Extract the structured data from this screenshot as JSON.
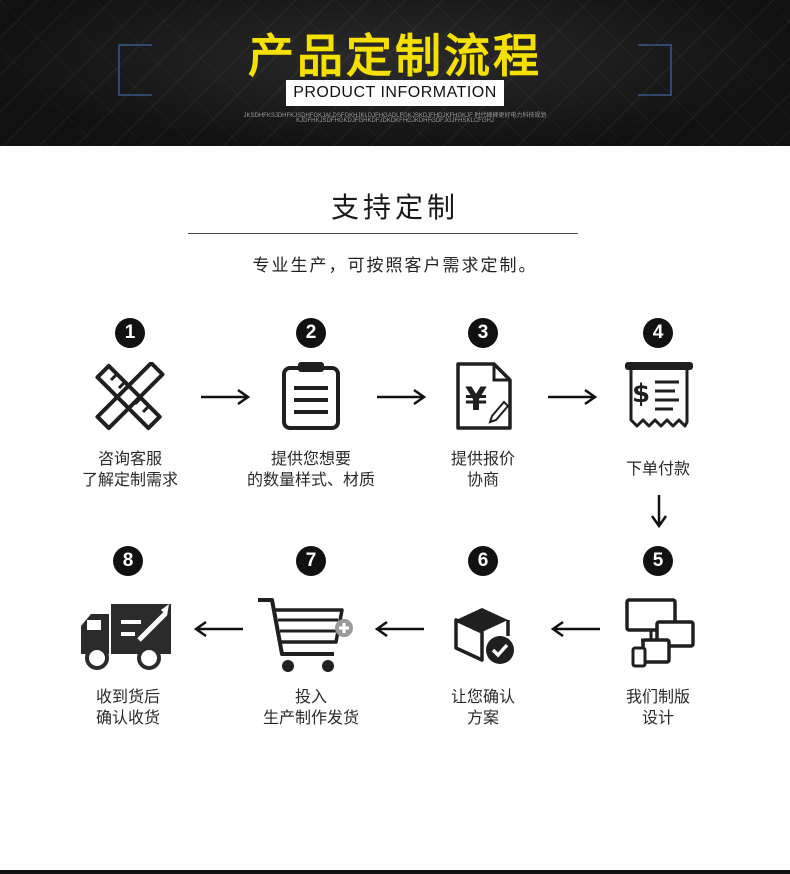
{
  "banner": {
    "title": "产品定制流程",
    "subtitle": "PRODUCT INFORMATION",
    "small_line1": "JKSDHFKSJDHFKJSDHFGKJALDSFGKHJKLDJFHGADLFGKJSKDJFHDJKFHGKJF 时代峰峰更好电力科技规划",
    "small_line2": "KJDFHKJSDFHGKDJFGHKDFJDKDKFHGJKDHFGDFJGJFHSKLCFGHJ"
  },
  "section": {
    "title": "支持定制",
    "description": "专业生产，可按照客户需求定制。"
  },
  "steps": [
    {
      "number": "1",
      "line1": "咨询客服",
      "line2": "了解定制需求",
      "icon": "ruler-pencil-icon"
    },
    {
      "number": "2",
      "line1": "提供您想要",
      "line2": "的数量样式、材质",
      "icon": "clipboard-icon"
    },
    {
      "number": "3",
      "line1": "提供报价",
      "line2": "协商",
      "icon": "yuan-document-icon"
    },
    {
      "number": "4",
      "line1": "下单付款",
      "line2": "",
      "icon": "receipt-icon"
    },
    {
      "number": "5",
      "line1": "我们制版",
      "line2": "设计",
      "icon": "devices-icon"
    },
    {
      "number": "6",
      "line1": "让您确认",
      "line2": "方案",
      "icon": "package-check-icon"
    },
    {
      "number": "7",
      "line1": "投入",
      "line2": "生产制作发货",
      "icon": "cart-icon"
    },
    {
      "number": "8",
      "line1": "收到货后",
      "line2": "确认收货",
      "icon": "truck-icon"
    }
  ],
  "colors": {
    "title_yellow": "#f5e000",
    "bracket_blue": "#2f4a6e",
    "icon_dark": "#2b2b2b"
  }
}
